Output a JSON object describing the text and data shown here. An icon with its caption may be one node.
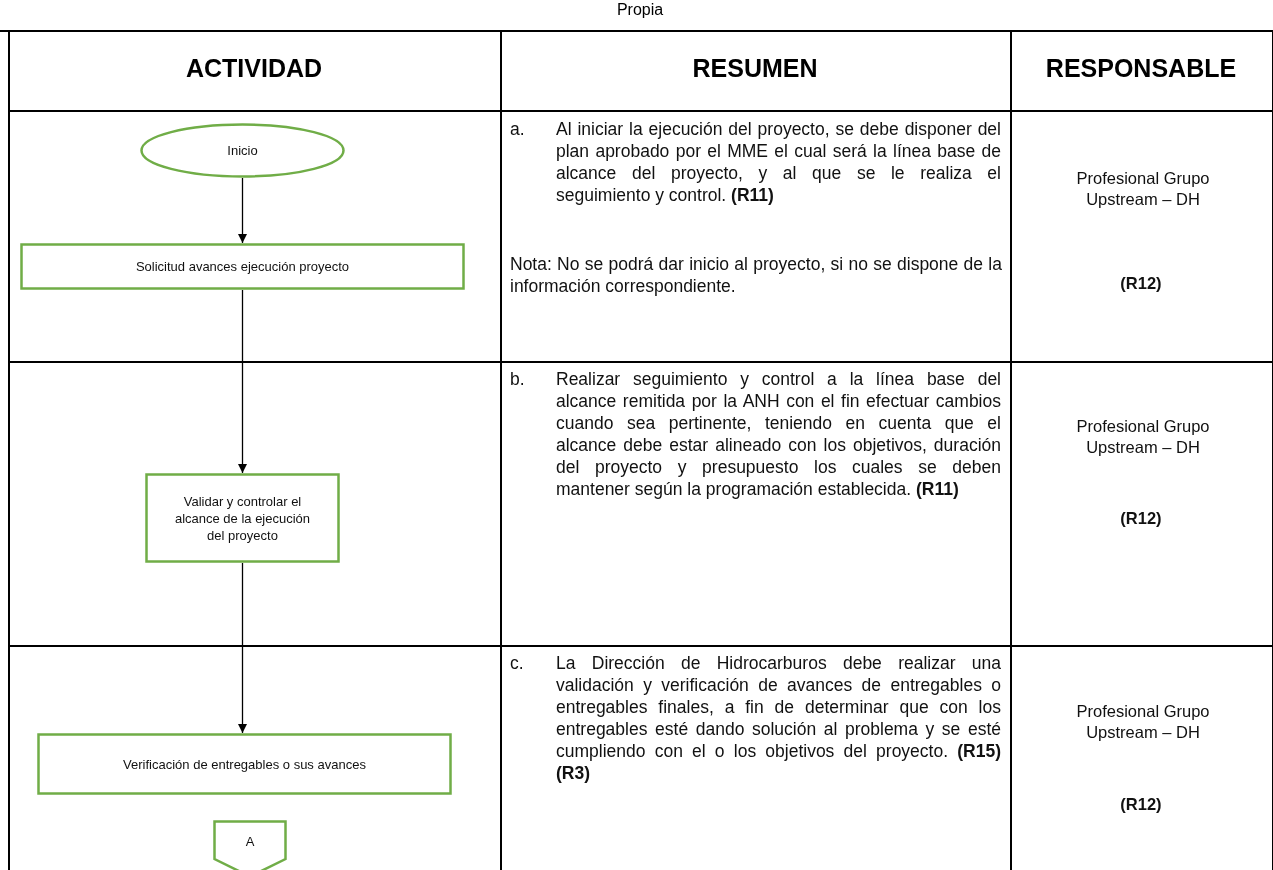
{
  "diagram": {
    "nodes": [
      {
        "text": [
          "Inicio"
        ]
      },
      {
        "text": [
          "Solicitud avances ejecución proyecto"
        ]
      },
      {
        "text": [
          "Validar y controlar el alcance de la ejecución del proyecto"
        ]
      },
      {
        "text": [
          "Verificación de entregables o sus avances"
        ]
      },
      {
        "text": [
          "A"
        ]
      }
    ],
    "edges": [
      {
        "from": 0,
        "to": 1,
        "arrow": "to"
      },
      {
        "from": 1,
        "to": 2,
        "arrow": "to"
      },
      {
        "from": 2,
        "to": 3,
        "arrow": "to"
      }
    ],
    "labels": [
      "Propia",
      "ACTIVIDAD",
      "RESUMEN",
      "RESPONSABLE",
      "a.",
      "Al iniciar la ejecución del proyecto, se debe disponer del plan aprobado por el MME el cual será la línea base de alcance del proyecto, y al que se le realiza el seguimiento y control. **(R11)**",
      "Nota: No se podrá dar inicio al proyecto, si no se dispone de la información correspondiente.",
      "Profesional Grupo Upstream – DH",
      "(R12)",
      "b.",
      "Realizar seguimiento y control a la línea base del alcance remitida por la ANH con el fin efectuar cambios cuando sea pertinente, teniendo en cuenta que el alcance debe estar alineado con los objetivos, duración del proyecto y presupuesto los cuales se deben mantener según la programación establecida. **(R11)**",
      "Profesional Grupo Upstream – DH",
      "(R12)",
      "c.",
      "La Dirección de Hidrocarburos debe realizar una validación y verificación de avances de entregables o entregables finales, a fin de determinar que con los entregables esté dando solución al problema y se esté cumpliendo con el o los objetivos del proyecto. **(R15) (R3)**",
      "Profesional Grupo Upstream – DH",
      "(R12)"
    ]
  }
}
